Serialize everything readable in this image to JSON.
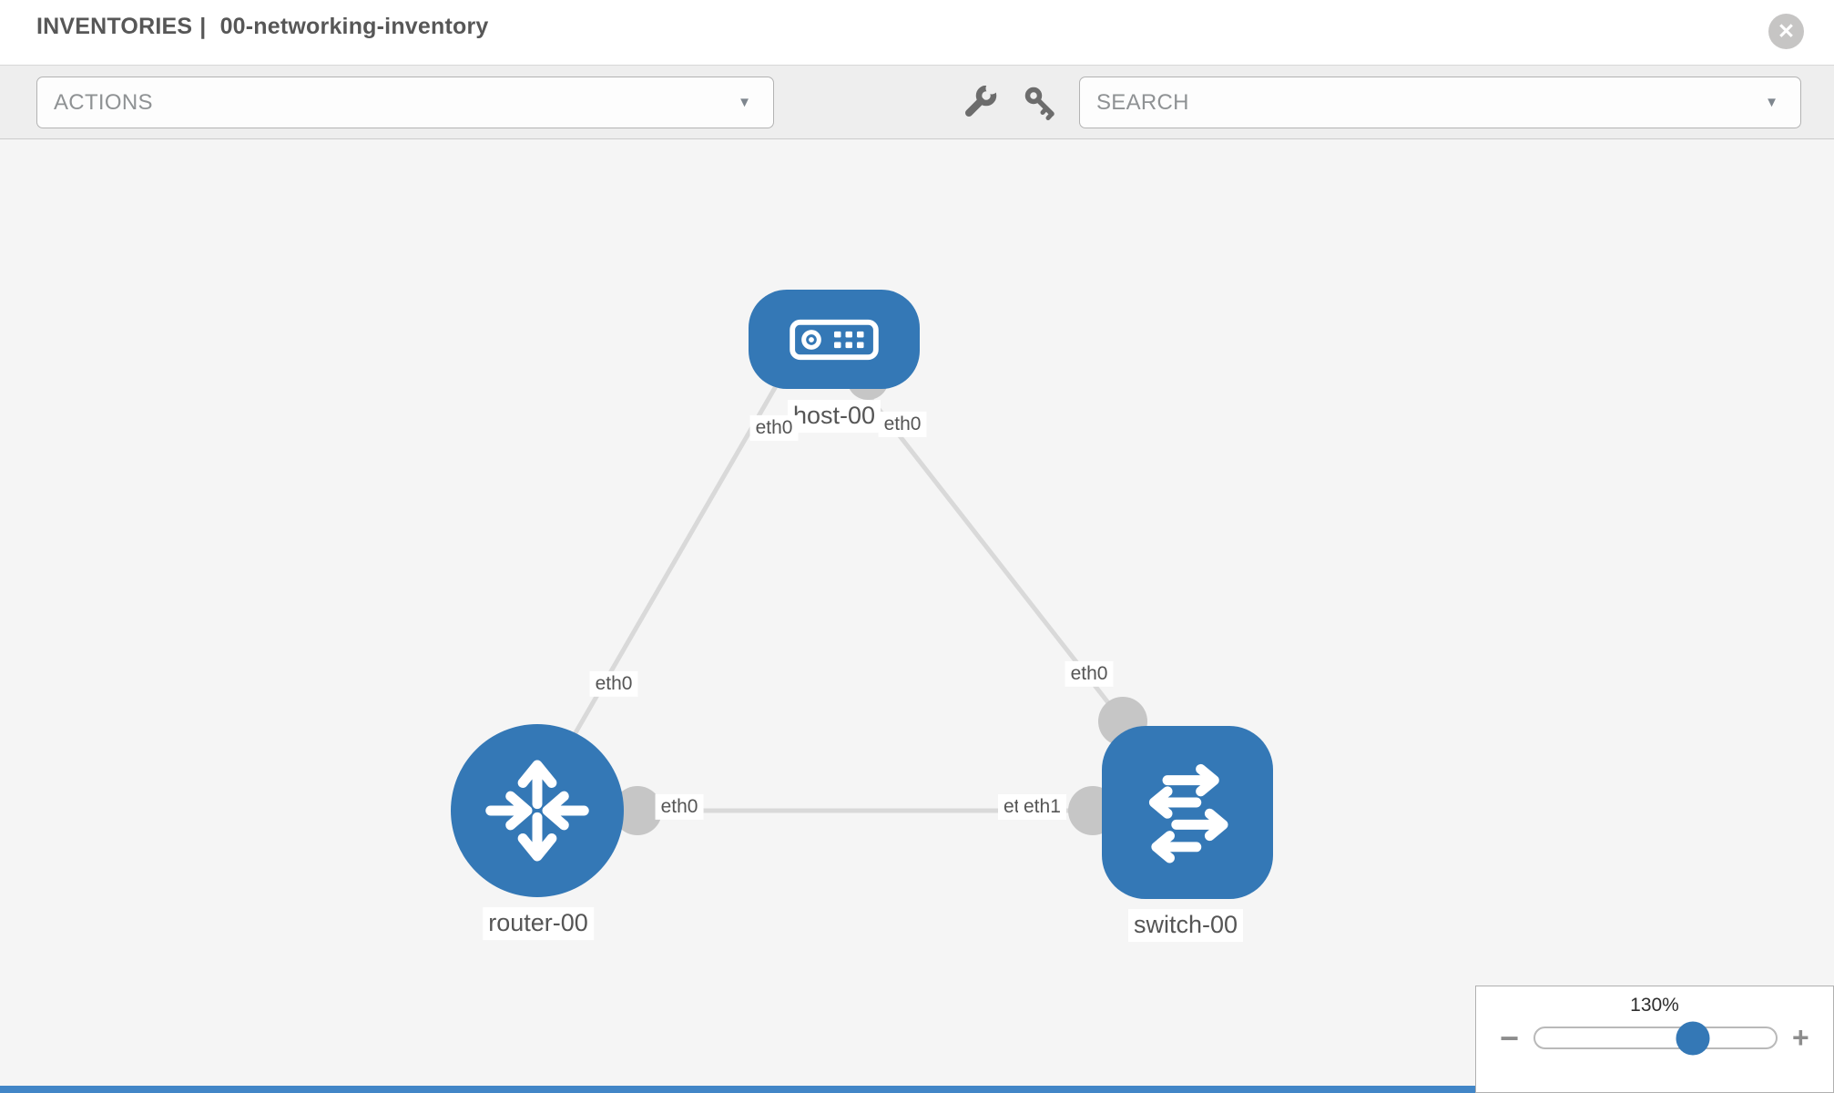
{
  "header": {
    "title_primary": "INVENTORIES",
    "title_separator": "|",
    "title_secondary": "00-networking-inventory",
    "close_icon": "✕"
  },
  "toolbar": {
    "actions": {
      "label": "ACTIONS",
      "caret": "▼"
    },
    "search": {
      "label": "SEARCH",
      "caret": "▼"
    }
  },
  "canvas": {
    "nodes": [
      {
        "id": "host-00",
        "type": "host",
        "label": "host-00"
      },
      {
        "id": "router-00",
        "type": "router",
        "label": "router-00"
      },
      {
        "id": "switch-00",
        "type": "switch",
        "label": "switch-00"
      }
    ],
    "links": [
      {
        "from": "host-00",
        "to": "router-00",
        "from_interface": "eth0",
        "to_interface": "eth0"
      },
      {
        "from": "host-00",
        "to": "switch-00",
        "from_interface": "eth0",
        "to_interface": "eth0"
      },
      {
        "from": "router-00",
        "to": "switch-00",
        "from_interface": "eth0",
        "to_interface": "eth1"
      }
    ],
    "port_labels": {
      "host_left": "eth0",
      "host_right": "eth0",
      "link_host_router": "eth0",
      "link_host_switch": "eth0",
      "router_right": "eth0",
      "switch_under": "eth0",
      "switch_over": "eth1"
    }
  },
  "zoom_control": {
    "level": "130%",
    "value_percent": 130,
    "minus_icon": "−",
    "plus_icon": "+"
  },
  "colors": {
    "node_blue": "#3478b6",
    "link_gray": "#d9d9d9",
    "connector_gray": "#c6c6c6",
    "toolbar_bg": "#eeeeee",
    "canvas_bg": "#f5f5f5"
  }
}
